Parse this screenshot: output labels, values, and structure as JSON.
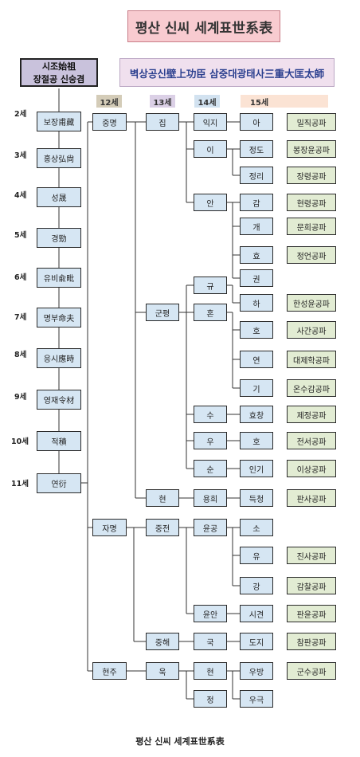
{
  "title": "평산 신씨 세계표世系表",
  "founder": {
    "line1": "시조始祖",
    "line2": "장절공 신숭겸"
  },
  "banner": "벽상공신壁上功臣 삼중대광태사三重大匡太師",
  "generations": [
    "12세",
    "13세",
    "14세",
    "15세"
  ],
  "ancestors": [
    {
      "gen": "2세",
      "name": "보장甫藏"
    },
    {
      "gen": "3세",
      "name": "홍상弘尙"
    },
    {
      "gen": "4세",
      "name": "성晟"
    },
    {
      "gen": "5세",
      "name": "경勁"
    },
    {
      "gen": "6세",
      "name": "유비兪毗"
    },
    {
      "gen": "7세",
      "name": "명부命夫"
    },
    {
      "gen": "8세",
      "name": "응시應時"
    },
    {
      "gen": "9세",
      "name": "영재令材"
    },
    {
      "gen": "10세",
      "name": "적積"
    },
    {
      "gen": "11세",
      "name": "연衍"
    }
  ],
  "gen12": [
    "중명",
    "자명",
    "현주"
  ],
  "gen13": [
    "집",
    "군평",
    "현",
    "중전",
    "중해",
    "욱"
  ],
  "gen14": [
    "익지",
    "이",
    "안",
    "규",
    "혼",
    "수",
    "우",
    "순",
    "용희",
    "윤공",
    "윤안",
    "국",
    "현",
    "정"
  ],
  "gen15": [
    "아",
    "정도",
    "정리",
    "감",
    "개",
    "효",
    "권",
    "하",
    "호",
    "연",
    "기",
    "효창",
    "호",
    "인기",
    "득청",
    "소",
    "유",
    "강",
    "시견",
    "도지",
    "우방",
    "우극"
  ],
  "clans": [
    "밀직공파",
    "봉장윤공파",
    "장령공파",
    "현령공파",
    "문희공파",
    "정언공파",
    "한성윤공파",
    "사간공파",
    "대제학공파",
    "온수감공파",
    "제정공파",
    "전서공파",
    "이상공파",
    "판사공파",
    "진사공파",
    "감찰공파",
    "판윤공파",
    "참판공파",
    "군수공파"
  ],
  "caption": "평산 신씨 세계표世系表",
  "colors": {
    "node": "#d6e6f3",
    "clan": "#e2ecd3",
    "title": "#f8cbd0",
    "founder": "#c9c2dc",
    "banner": "#f0e0ee"
  }
}
